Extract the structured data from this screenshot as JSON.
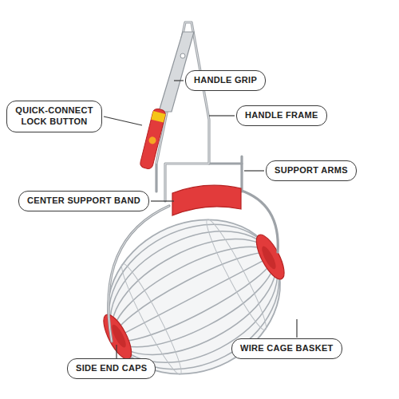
{
  "diagram": {
    "nodes": [
      {
        "text": [
          "HANDLE GRIP"
        ]
      },
      {
        "text": [
          "QUICK-CONNECT LOCK BUTTON"
        ]
      },
      {
        "text": [
          "HANDLE FRAME"
        ]
      },
      {
        "text": [
          "SUPPORT ARMS"
        ]
      },
      {
        "text": [
          "CENTER SUPPORT BAND"
        ]
      },
      {
        "text": [
          "WIRE CAGE BASKET"
        ]
      },
      {
        "text": [
          "SIDE END CAPS"
        ]
      }
    ]
  }
}
